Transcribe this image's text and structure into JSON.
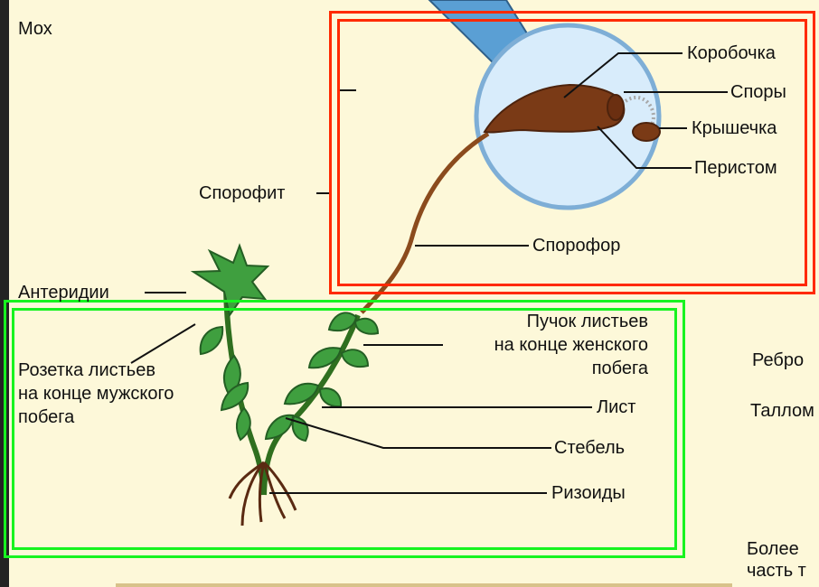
{
  "labels": {
    "moss": "Мох",
    "sporophyte": "Спорофит",
    "capsule": "Коробочка",
    "spores": "Споры",
    "cap": "Крышечка",
    "peristome": "Перистом",
    "sporophore": "Спорофор",
    "antheridia": "Антеридии",
    "male_rosette_1": "Розетка листьев",
    "male_rosette_2": "на конце мужского",
    "male_rosette_3": "побега",
    "female_tuft_1": "Пучок листьев",
    "female_tuft_2": "на конце женского",
    "female_tuft_3": "побега",
    "leaf": "Лист",
    "stem": "Стебель",
    "rhizoids": "Ризоиды",
    "side_1": "Ребро",
    "side_2": "Таллом",
    "side_3_line1": "Более",
    "side_3_line2": "часть т"
  },
  "colors": {
    "background": "#fdf8d9",
    "red_frame": "#ff2a00",
    "green_frame": "#17f31f",
    "stem_green": "#2f6f1f",
    "leaf_green": "#3f9f3f",
    "capsule_brown": "#7a3a16",
    "lens_blue": "#d8ecfb",
    "handle_blue": "#5a9fd4"
  }
}
